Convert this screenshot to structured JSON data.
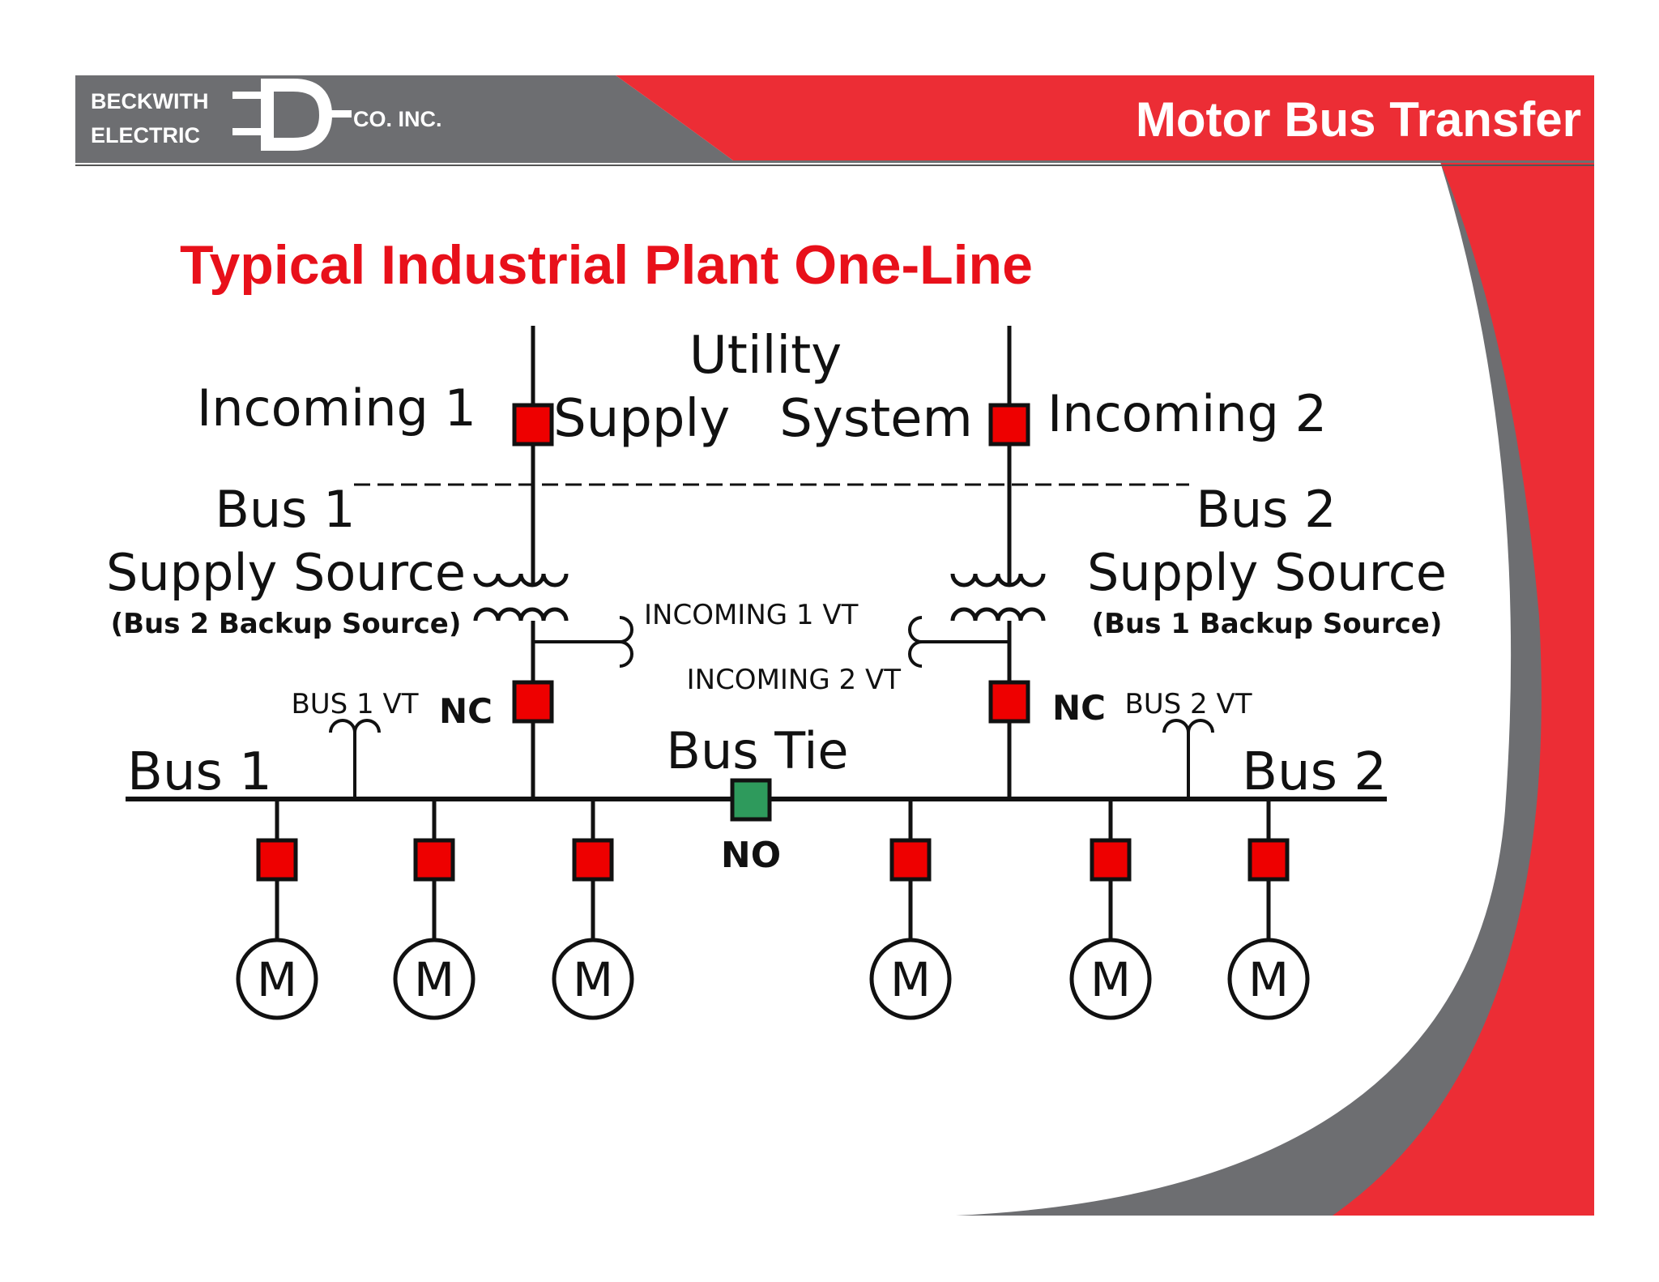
{
  "header": {
    "logo_line1": "BECKWITH",
    "logo_line2": "ELECTRIC",
    "logo_line3": "CO. INC.",
    "title": "Motor Bus Transfer"
  },
  "slide": {
    "title": "Typical Industrial Plant One-Line"
  },
  "diagram": {
    "utility_line1": "Utility",
    "utility_line2": "Supply   System",
    "incoming1": "Incoming 1",
    "incoming2": "Incoming 2",
    "bus1_source_line1": "Bus 1",
    "bus1_source_line2": "Supply Source",
    "bus1_source_line3": "(Bus 2 Backup Source)",
    "bus2_source_line1": "Bus 2",
    "bus2_source_line2": "Supply Source",
    "bus2_source_line3": "(Bus 1 Backup Source)",
    "incoming1_vt": "INCOMING 1 VT",
    "incoming2_vt": "INCOMING 2 VT",
    "bus1_vt": "BUS 1 VT",
    "bus2_vt": "BUS 2 VT",
    "nc_left": "NC",
    "nc_right": "NC",
    "bus_tie": "Bus Tie",
    "no_label": "NO",
    "bus1_label": "Bus 1",
    "bus2_label": "Bus 2",
    "motor_label": "M"
  },
  "colors": {
    "brand_red": "#ec2d35",
    "header_gray": "#6d6e71",
    "breaker_closed": "#ee0000",
    "breaker_open": "#2e9a5c",
    "title_red": "#e8101a"
  }
}
